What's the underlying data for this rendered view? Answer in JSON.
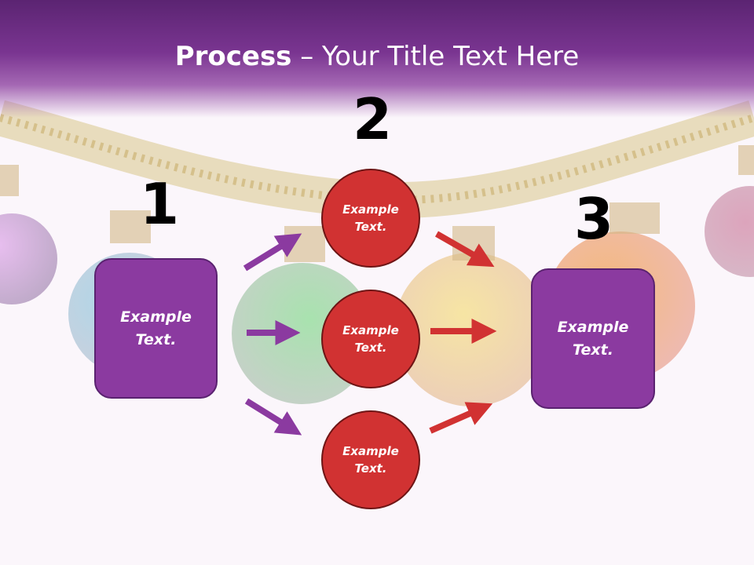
{
  "slide": {
    "title_bold": "Process",
    "title_rest": " – Your Title Text Here"
  },
  "steps": [
    {
      "number": "1",
      "label_line1": "Example",
      "label_line2": "Text."
    },
    {
      "number": "2"
    },
    {
      "number": "3",
      "label_line1": "Example",
      "label_line2": "Text."
    }
  ],
  "circles": [
    {
      "label_line1": "Example",
      "label_line2": "Text."
    },
    {
      "label_line1": "Example",
      "label_line2": "Text."
    },
    {
      "label_line1": "Example",
      "label_line2": "Text."
    }
  ],
  "colors": {
    "title_bar": "#7a3591",
    "box_fill": "#8b3aa0",
    "circle_fill": "#d13232",
    "arrow_purple": "#8b3aa0",
    "arrow_red": "#d13232"
  }
}
